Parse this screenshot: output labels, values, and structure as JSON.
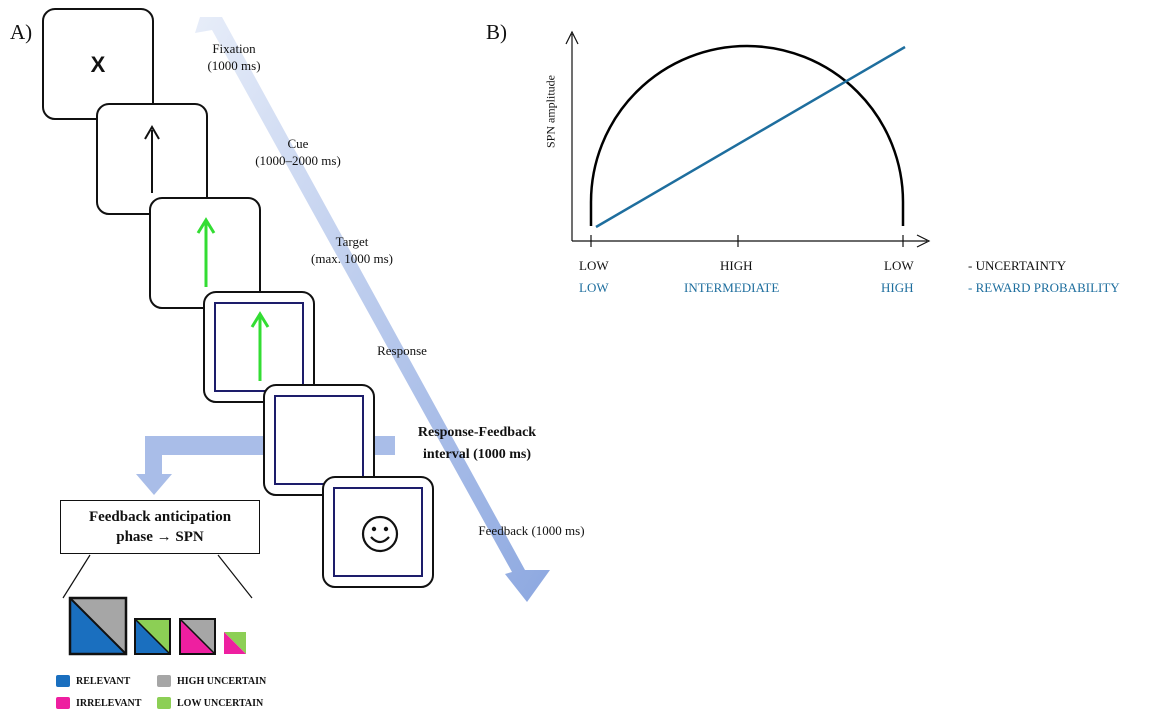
{
  "panel_a": {
    "letter": "A)",
    "fixation_symbol": "X",
    "stages": {
      "fixation": {
        "name": "Fixation",
        "duration": "(1000 ms)"
      },
      "cue": {
        "name": "Cue",
        "duration": "(1000–2000 ms)"
      },
      "target": {
        "name": "Target",
        "duration": "(max. 1000 ms)"
      },
      "response": {
        "name": "Response"
      },
      "rfi": {
        "line1": "Response-Feedback",
        "line2": "interval  (1000 ms)"
      },
      "feedback": {
        "name": "Feedback (1000 ms)"
      }
    },
    "anticipation_box": {
      "line1": "Feedback anticipation",
      "line2": "phase → SPN"
    },
    "legend": [
      {
        "label": "RELEVANT",
        "color": "#1a6fbf"
      },
      {
        "label": "HIGH UNCERTAIN",
        "color": "#a6a6a6"
      },
      {
        "label": "IRRELEVANT",
        "color": "#ee1fa0"
      },
      {
        "label": "LOW UNCERTAIN",
        "color": "#8ccf55"
      }
    ],
    "colors": {
      "arrow": "#a9bde8",
      "green_arrow": "#33dd33",
      "frame_inner": "#1d1d6b"
    }
  },
  "panel_b": {
    "letter": "B)",
    "ylabel": "SPN amplitude",
    "uncertainty_row": {
      "ticks": [
        "LOW",
        "HIGH",
        "LOW"
      ],
      "label": "- UNCERTAINTY"
    },
    "reward_row": {
      "ticks": [
        "LOW",
        "INTERMEDIATE",
        "HIGH"
      ],
      "label": "- REWARD PROBABILITY"
    },
    "colors": {
      "line": "#1e6e9e",
      "curve": "#000000"
    }
  }
}
